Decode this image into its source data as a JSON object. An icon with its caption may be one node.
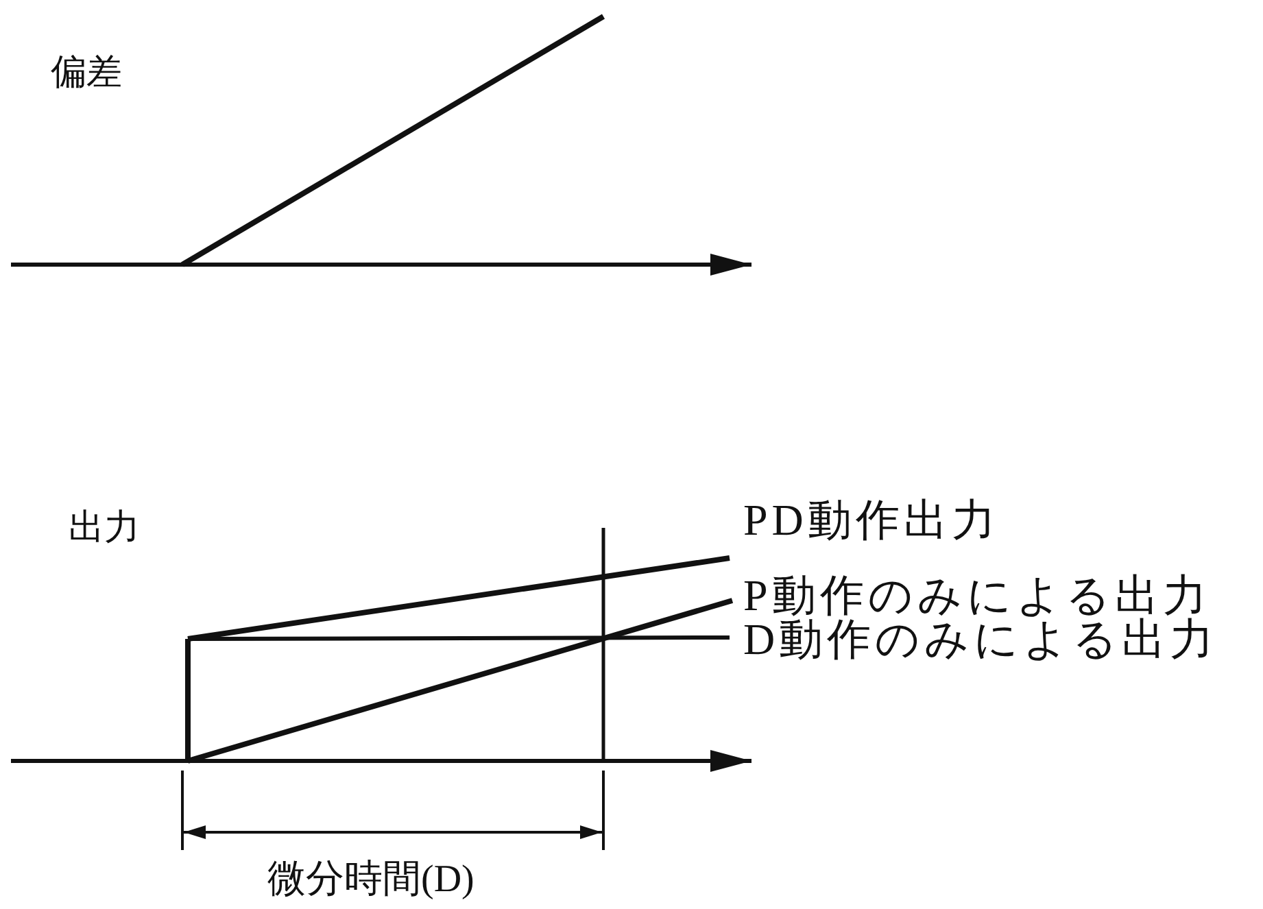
{
  "diagram": {
    "labels": [
      "偏差",
      "出力",
      "PD動作出力",
      "P動作のみによる出力",
      "D動作のみによる出力",
      "微分時間(D)"
    ]
  }
}
